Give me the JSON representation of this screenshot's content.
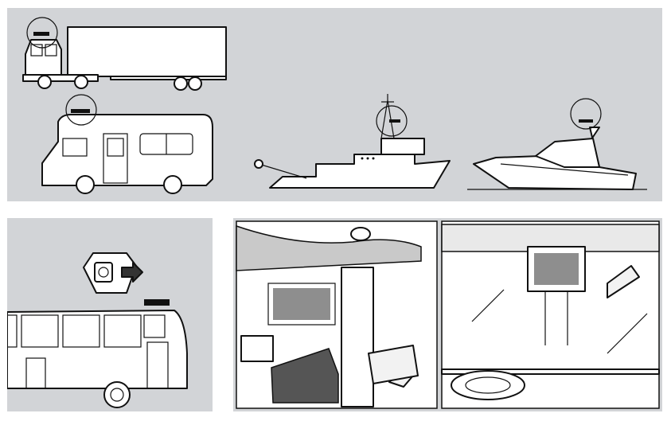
{
  "illustrations": {
    "top_panel": [
      "truck",
      "motorhome",
      "fishing-boat",
      "motor-yacht"
    ],
    "bottom_left_panel": [
      "mounting-bracket",
      "bus"
    ],
    "bottom_right_panel": [
      "caravan-interior",
      "cab-interior"
    ]
  },
  "colors": {
    "panel_background": "#d2d4d7",
    "line_art": "#111111",
    "fill": "#ffffff"
  },
  "icons": [
    "highlight-circle-icon",
    "arrow-icon",
    "satellite-antenna-icon"
  ]
}
